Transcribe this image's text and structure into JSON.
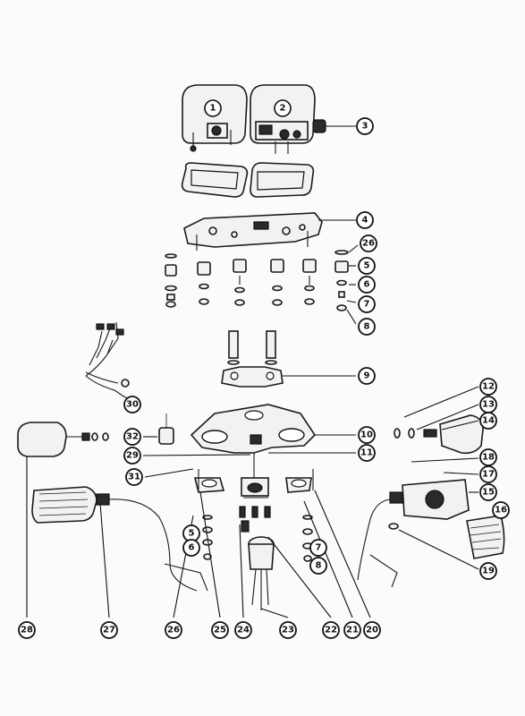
{
  "diagram": {
    "background": "#fbfbfa",
    "ink": "#1a1a1a",
    "gauge_labels": [
      {
        "id": "g1",
        "text": "1"
      },
      {
        "id": "g2",
        "text": "2"
      }
    ],
    "callouts": [
      {
        "id": "c3",
        "text": "3"
      },
      {
        "id": "c4",
        "text": "4"
      },
      {
        "id": "c26a",
        "text": "26"
      },
      {
        "id": "c5a",
        "text": "5"
      },
      {
        "id": "c6a",
        "text": "6"
      },
      {
        "id": "c7a",
        "text": "7"
      },
      {
        "id": "c8a",
        "text": "8"
      },
      {
        "id": "c9",
        "text": "9"
      },
      {
        "id": "c10",
        "text": "10"
      },
      {
        "id": "c11",
        "text": "11"
      },
      {
        "id": "c12",
        "text": "12"
      },
      {
        "id": "c13",
        "text": "13"
      },
      {
        "id": "c14",
        "text": "14"
      },
      {
        "id": "c15",
        "text": "15"
      },
      {
        "id": "c16",
        "text": "16"
      },
      {
        "id": "c17",
        "text": "17"
      },
      {
        "id": "c18",
        "text": "18"
      },
      {
        "id": "c19",
        "text": "19"
      },
      {
        "id": "c20",
        "text": "20"
      },
      {
        "id": "c21",
        "text": "21"
      },
      {
        "id": "c22",
        "text": "22"
      },
      {
        "id": "c23",
        "text": "23"
      },
      {
        "id": "c24",
        "text": "24"
      },
      {
        "id": "c25",
        "text": "25"
      },
      {
        "id": "c26b",
        "text": "26"
      },
      {
        "id": "c27",
        "text": "27"
      },
      {
        "id": "c28",
        "text": "28"
      },
      {
        "id": "c29",
        "text": "29"
      },
      {
        "id": "c30",
        "text": "30"
      },
      {
        "id": "c31",
        "text": "31"
      },
      {
        "id": "c32",
        "text": "32"
      },
      {
        "id": "c5b",
        "text": "5"
      },
      {
        "id": "c6b",
        "text": "6"
      },
      {
        "id": "c7b",
        "text": "7"
      },
      {
        "id": "c8b",
        "text": "8"
      }
    ]
  }
}
